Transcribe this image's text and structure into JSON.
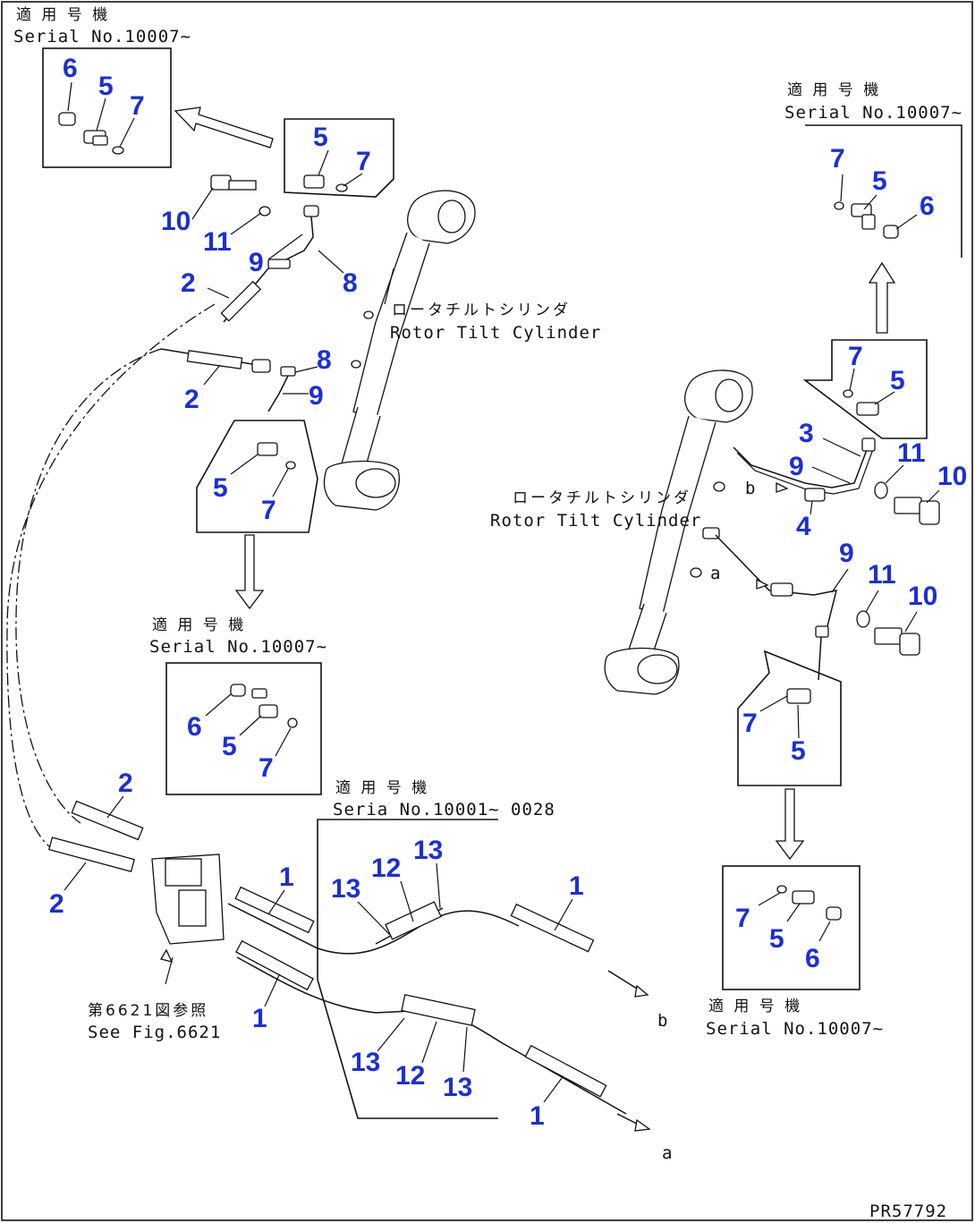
{
  "serial_labels": {
    "jp_applicable": "適 用 号 機",
    "jp_applicable_alt": "適 用 号 機",
    "serial_10007": "Serial No.10007~",
    "serial_range": "Seria No.10001~ 0028"
  },
  "cylinder_label": {
    "jp": "ロータチルトシリンダ",
    "en_top": "Rotor Tilt Cylinder",
    "en_right": "Rotor Tilt Cylinder"
  },
  "see_fig": {
    "jp": "第6621図参照",
    "en": "See Fig.6621"
  },
  "ends": {
    "a": "a",
    "b": "b"
  },
  "drawing_code": "PR57792",
  "callouts": {
    "n1": "1",
    "n2": "2",
    "n3": "3",
    "n4": "4",
    "n5": "5",
    "n6": "6",
    "n7": "7",
    "n8": "8",
    "n9": "9",
    "n10": "10",
    "n11": "11",
    "n12": "12",
    "n13": "13"
  },
  "colors": {
    "callout": "#1b2fd6",
    "line": "#111111"
  }
}
